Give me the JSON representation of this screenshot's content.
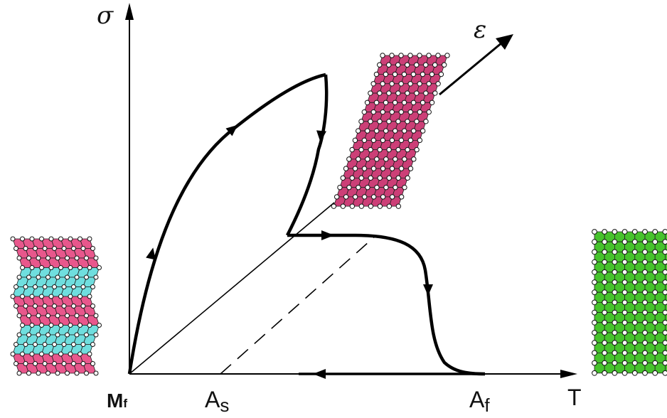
{
  "axes": {
    "y_symbol": "σ",
    "x_symbol": "T",
    "strain_symbol": "ε"
  },
  "temperature_marks": {
    "mf_main": "M",
    "mf_sub": "f",
    "as_main": "A",
    "as_sub": "s",
    "af_main": "A",
    "af_sub": "f"
  },
  "colors": {
    "detwinned_martensite": "#cc3f77",
    "twin_variant_a": "#e8578c",
    "twin_variant_b": "#6fdede",
    "austenite": "#46c22c",
    "lattice_node": "#111111"
  }
}
